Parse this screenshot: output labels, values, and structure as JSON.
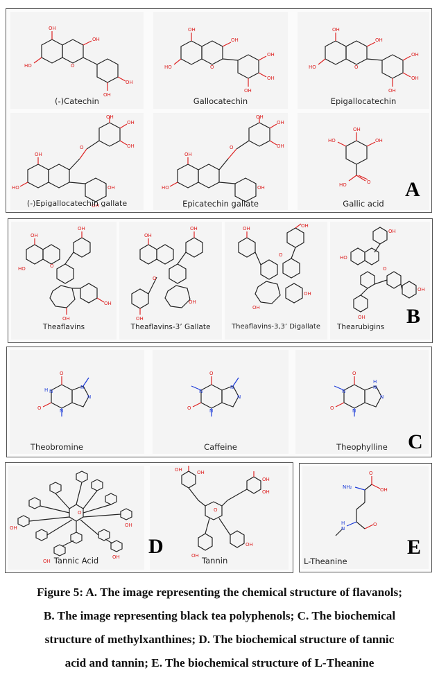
{
  "panels": {
    "A": {
      "letter": "A",
      "compounds": [
        "(-)Catechin",
        "Gallocatechin",
        "Epigallocatechin",
        "(-)Epigallocatechin gallate",
        "Epicatechin gallate",
        "Gallic acid"
      ]
    },
    "B": {
      "letter": "B",
      "compounds": [
        "Theaflavins",
        "Theaflavins-3’ Gallate",
        "Theaflavins-3,3’ Digallate",
        "Thearubigins"
      ]
    },
    "C": {
      "letter": "C",
      "compounds": [
        "Theobromine",
        "Caffeine",
        "Theophylline"
      ]
    },
    "D": {
      "letter": "D",
      "compounds": [
        "Tannic Acid",
        "Tannin"
      ]
    },
    "E": {
      "letter": "E",
      "compounds": [
        "L-Theanine"
      ]
    }
  },
  "atom_labels": {
    "oxygen": "O",
    "hydroxyl": "OH",
    "hydroxyl_short": "HO",
    "nitrogen": "N",
    "amine": "NH₂",
    "nh": "NH"
  },
  "caption": {
    "line1": "Figure 5: A. The image representing the chemical structure of flavanols;",
    "line2": "B. The image representing black tea polyphenols; C. The biochemical",
    "line3": "structure of methylxanthines; D. The biochemical structure of tannic",
    "line4": "acid and tannin; E. The biochemical structure of L-Theanine"
  }
}
